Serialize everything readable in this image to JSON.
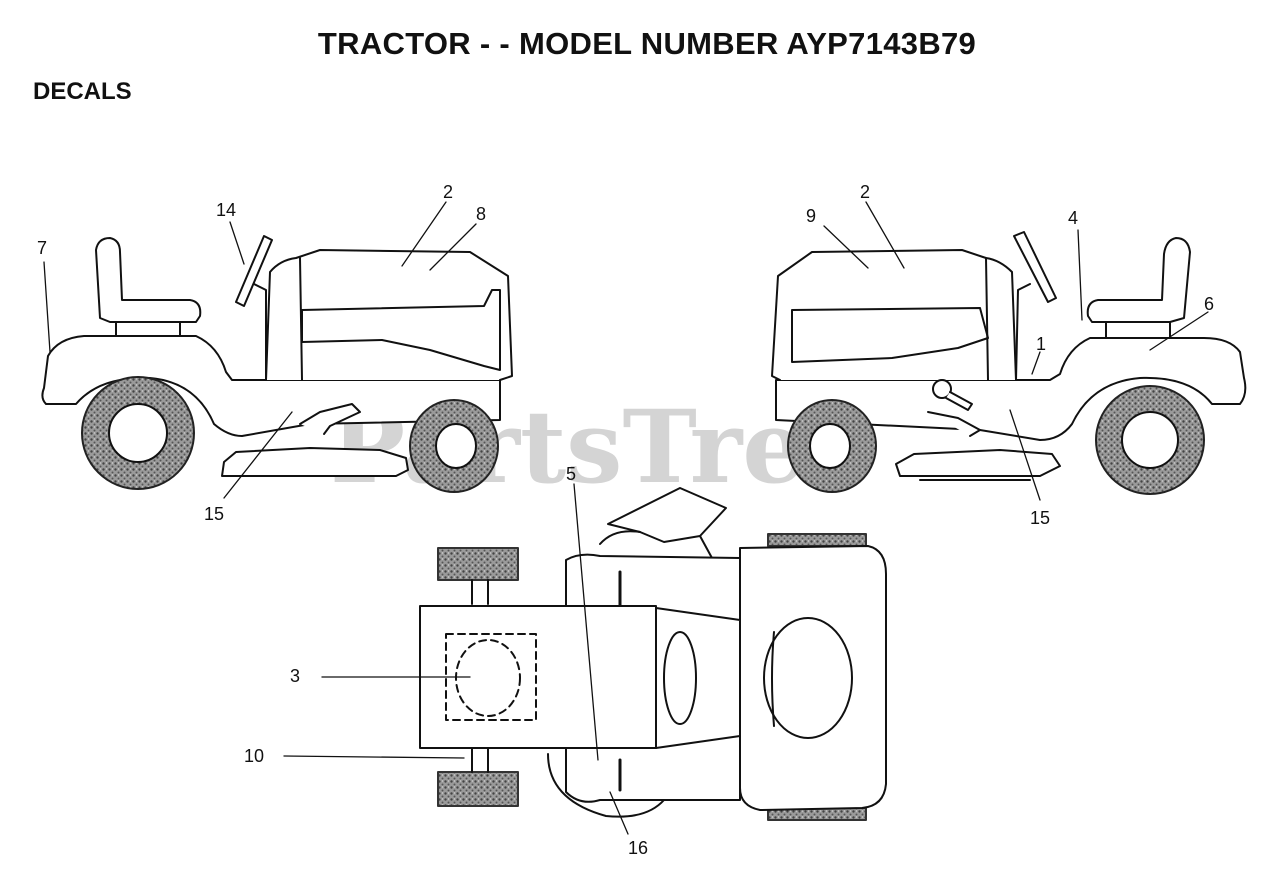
{
  "header": {
    "title": "TRACTOR - - MODEL NUMBER AYP7143B79",
    "section": "DECALS"
  },
  "watermark": "PartsTree",
  "callouts": [
    "1",
    "2",
    "2",
    "3",
    "4",
    "5",
    "6",
    "7",
    "8",
    "9",
    "10",
    "14",
    "15",
    "15",
    "16"
  ],
  "colors": {
    "ink": "#111111",
    "tire": "#8a8a8a",
    "watermark": "#d4d4d4"
  }
}
